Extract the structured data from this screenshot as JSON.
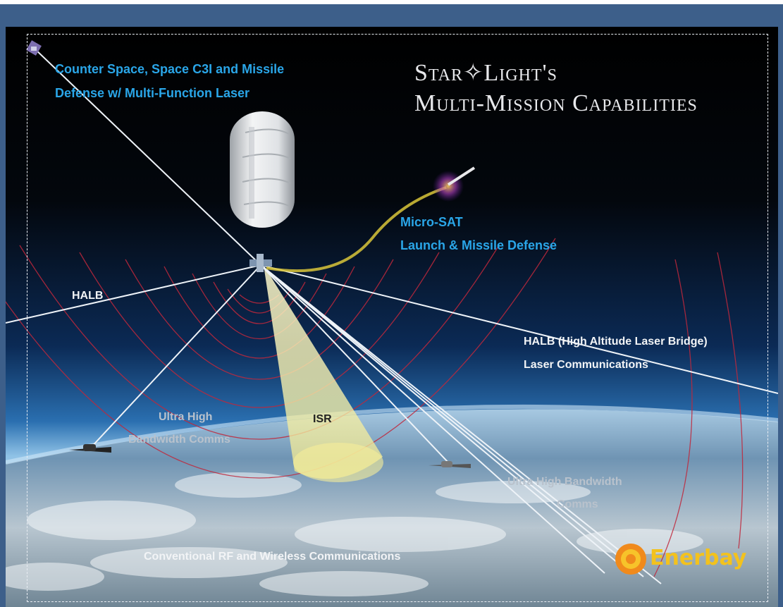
{
  "title": {
    "line1": "Star✧Light's",
    "line2": "Multi-Mission Capabilities"
  },
  "labels": {
    "counter_space_line1": "Counter Space, Space C3I and Missile",
    "counter_space_line2": "Defense w/ Multi-Function Laser",
    "micro_sat_line1": "Micro-SAT",
    "micro_sat_line2": "Launch & Missile Defense",
    "halb_left": "HALB",
    "halb_right_line1": "HALB  (High Altitude Laser Bridge)",
    "halb_right_line2": "Laser Communications",
    "uhb_left_line1": "Ultra High",
    "uhb_left_line2": "Bandwidth Comms",
    "isr": "ISR",
    "uhb_right_line1": "Ultra High Bandwidth",
    "uhb_right_line2": "Comms",
    "conventional": "Conventional RF and Wireless Communications"
  },
  "logo": {
    "text": "Enerbay"
  },
  "colors": {
    "frame": "#3d5f8a",
    "label_blue": "#2aa6e8",
    "rf_arcs": "#c0283c",
    "logo_gold": "#f3c21d"
  }
}
